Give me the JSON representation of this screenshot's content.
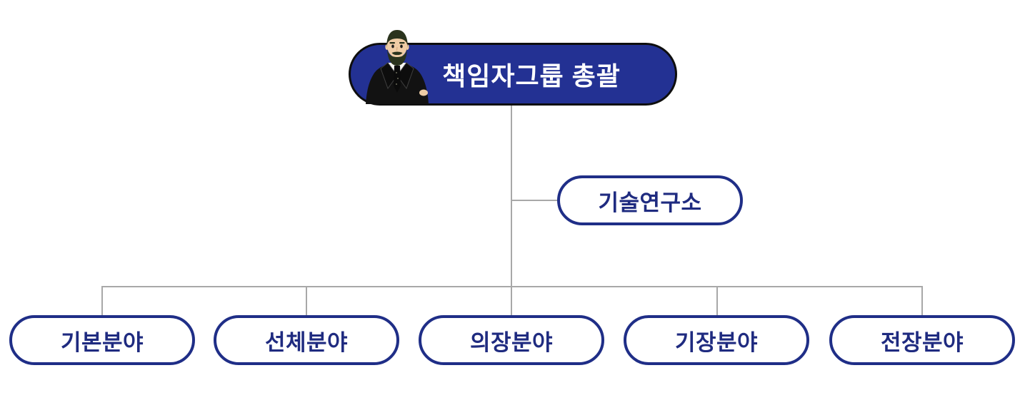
{
  "diagram": {
    "type": "org-chart",
    "root_node": {
      "label": "책임자그룹 총괄",
      "avatar": "manager-in-suit"
    },
    "branch_node": {
      "label": "기술연구소"
    },
    "department_nodes": [
      {
        "label": "기본분야"
      },
      {
        "label": "선체분야"
      },
      {
        "label": "의장분야"
      },
      {
        "label": "기장분야"
      },
      {
        "label": "전장분야"
      }
    ]
  },
  "colors": {
    "root-fill": "#233193",
    "root-border": "#0e0e0e",
    "root-text": "#ffffff",
    "node-border": "#1f2e87",
    "node-text": "#1f2b80",
    "node-fill": "#ffffff",
    "connector": "#a8a8a8",
    "bg": "#ffffff"
  }
}
